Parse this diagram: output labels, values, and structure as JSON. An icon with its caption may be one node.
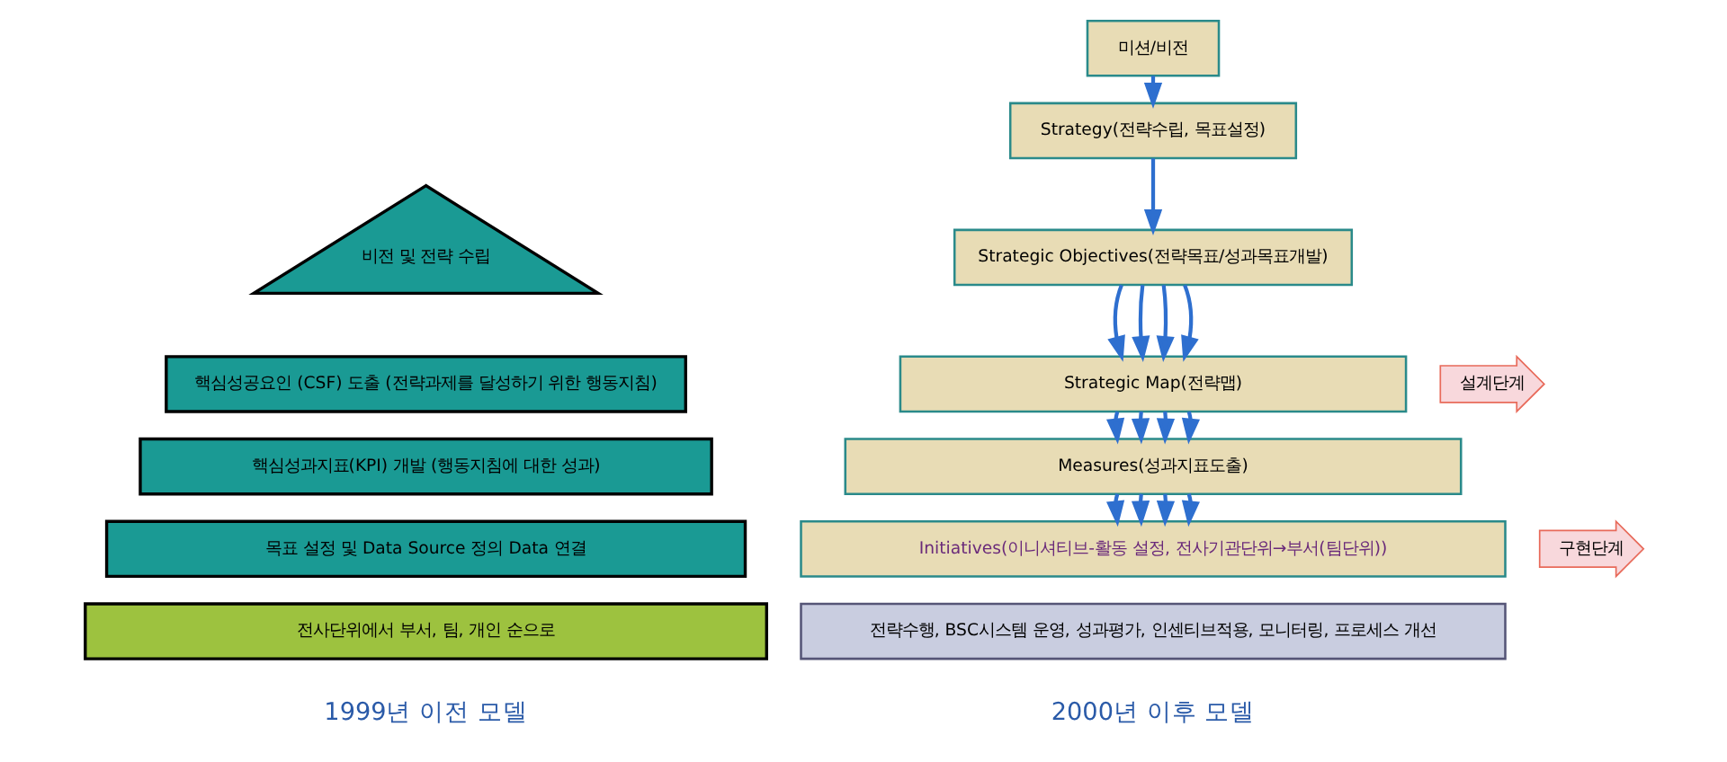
{
  "diagram": {
    "nodes": [
      {
        "text": [
          "비전 및 전략 수립"
        ]
      },
      {
        "text": [
          "핵심성공요인 (CSF) 도출 (전략과제를 달성하기 위한 행동지침)"
        ]
      },
      {
        "text": [
          "핵심성과지표(KPI) 개발 (행동지침에 대한 성과)"
        ]
      },
      {
        "text": [
          "목표 설정 및 Data Source 정의 Data 연결"
        ]
      },
      {
        "text": [
          "전사단위에서 부서, 팀, 개인 순으로"
        ]
      },
      {
        "text": [
          "미션/비전"
        ]
      },
      {
        "text": [
          "Strategy(전략수립, 목표설정)"
        ]
      },
      {
        "text": [
          "Strategic Objectives(전략목표/성과목표개발)"
        ]
      },
      {
        "text": [
          "Strategic Map(전략맵)"
        ]
      },
      {
        "text": [
          "Measures(성과지표도출)"
        ]
      },
      {
        "text": [
          "Initiatives(이니셔티브-활동 설정, 전사기관단위→부서(팀단위))"
        ]
      },
      {
        "text": [
          "전략수행, BSC시스템 운영, 성과평가, 인센티브적용, 모니터링, 프로세스 개선"
        ]
      }
    ],
    "edges": [
      {
        "from": 5,
        "to": 6,
        "arrow": "to"
      },
      {
        "from": 6,
        "to": 7,
        "arrow": "to"
      },
      {
        "from": 7,
        "to": 8,
        "arrow": "to"
      },
      {
        "from": 7,
        "to": 8,
        "arrow": "to"
      },
      {
        "from": 7,
        "to": 8,
        "arrow": "to"
      },
      {
        "from": 7,
        "to": 8,
        "arrow": "to"
      },
      {
        "from": 8,
        "to": 9,
        "arrow": "to"
      },
      {
        "from": 8,
        "to": 9,
        "arrow": "to"
      },
      {
        "from": 8,
        "to": 9,
        "arrow": "to"
      },
      {
        "from": 8,
        "to": 9,
        "arrow": "to"
      },
      {
        "from": 9,
        "to": 10,
        "arrow": "to"
      },
      {
        "from": 9,
        "to": 10,
        "arrow": "to"
      },
      {
        "from": 9,
        "to": 10,
        "arrow": "to"
      },
      {
        "from": 9,
        "to": 10,
        "arrow": "to"
      }
    ],
    "labels": [
      "설계단계",
      "구현단계",
      "1999년 이전 모델",
      "2000년 이후 모델"
    ]
  }
}
